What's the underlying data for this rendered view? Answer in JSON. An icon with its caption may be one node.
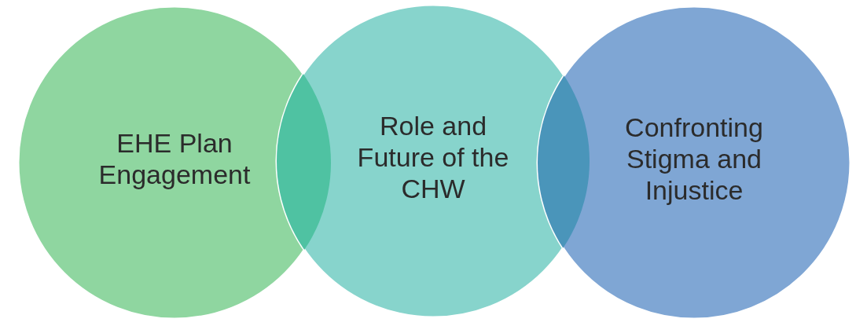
{
  "diagram": {
    "nodes": [
      {
        "text": [
          "EHE Plan Engagement"
        ]
      },
      {
        "text": [
          "Role and Future of the CHW"
        ]
      },
      {
        "text": [
          "Confronting Stigma and Injustice"
        ]
      },
      {
        "text": [],
        "shape": "lens"
      },
      {
        "text": [],
        "shape": "lens"
      }
    ]
  }
}
